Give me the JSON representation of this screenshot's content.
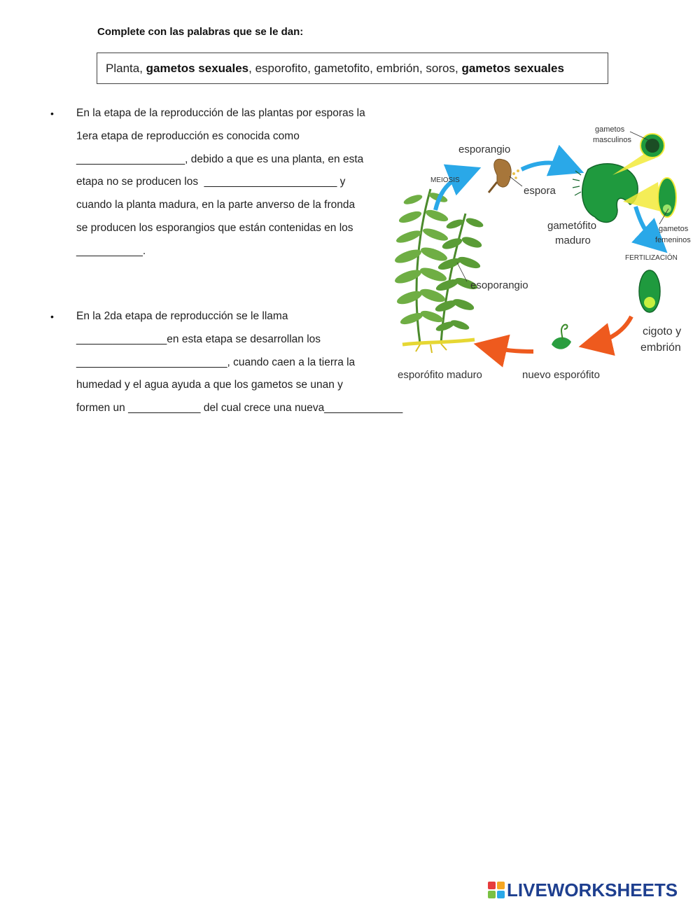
{
  "instruction": "Complete con las palabras que se le dan:",
  "word_bank": {
    "items": [
      {
        "text": "Planta",
        "bold": false
      },
      {
        "text": "gametos sexuales",
        "bold": true
      },
      {
        "text": "esporofito",
        "bold": false
      },
      {
        "text": "gametofito",
        "bold": false
      },
      {
        "text": "embrión",
        "bold": false
      },
      {
        "text": "soros",
        "bold": false
      },
      {
        "text": "gametos sexuales",
        "bold": true
      }
    ],
    "separator": ", "
  },
  "questions": [
    {
      "bullet": "•",
      "lines": [
        "En la etapa de la reproducción de las plantas por esporas la",
        "1era etapa de reproducción es conocida como",
        "__________________, debido a que es una planta, en esta",
        "etapa no se producen los  ______________________ y",
        "cuando la planta madura, en la parte anverso de la fronda",
        "se producen los esporangios que están contenidas en los",
        "___________."
      ]
    },
    {
      "bullet": "•",
      "lines": [
        "En la 2da etapa de reproducción se le llama",
        "_______________en esta etapa se desarrollan los",
        "_________________________, cuando caen a la tierra la",
        "humedad y el agua ayuda a que los gametos se unan y",
        "formen un ____________ del cual crece una nueva_____________"
      ]
    }
  ],
  "diagram": {
    "labels": {
      "esporangio": "esporangio",
      "meiosis": "MEIOSIS",
      "espora": "espora",
      "gametos_masculinos_1": "gametos",
      "gametos_masculinos_2": "masculinos",
      "gametofito_1": "gametófito",
      "gametofito_2": "maduro",
      "gametos_femeninos_1": "gametos",
      "gametos_femeninos_2": "femeninos",
      "fertilizacion": "FERTILIZACIÓN",
      "esoporangio": "esoporangio",
      "cigoto_1": "cigoto y",
      "cigoto_2": "embrión",
      "esporofito_maduro": "esporófito maduro",
      "nuevo_esporofito": "nuevo esporófito"
    },
    "colors": {
      "blue_arrow": "#2aa8e8",
      "orange_arrow": "#ee5a1e",
      "dark_green": "#1f7a2e",
      "light_green": "#5aa53a",
      "yellow": "#f2ea3a",
      "brown": "#a7763a"
    }
  },
  "logo": {
    "text": "LIVEWORKSHEETS",
    "mark_colors": [
      "#e63c3c",
      "#f5a623",
      "#7ac143",
      "#2aa8e8"
    ]
  }
}
